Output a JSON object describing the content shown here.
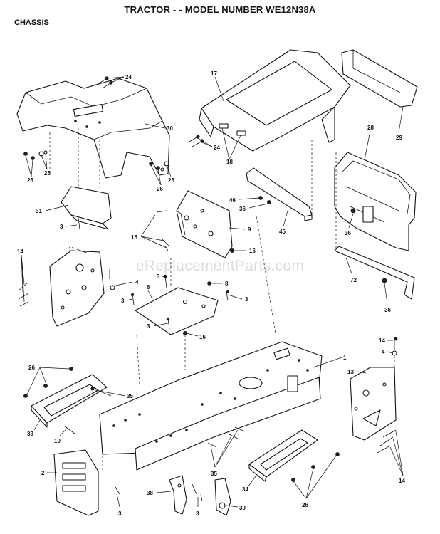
{
  "title": "TRACTOR - - MODEL NUMBER WE12N38A",
  "section": "CHASSIS",
  "watermark": "eReplacementParts.com",
  "callouts": [
    {
      "id": "c-24a",
      "label": "24"
    },
    {
      "id": "c-17",
      "label": "17"
    },
    {
      "id": "c-30",
      "label": "30"
    },
    {
      "id": "c-29",
      "label": "29"
    },
    {
      "id": "c-28",
      "label": "28"
    },
    {
      "id": "c-26a",
      "label": "26"
    },
    {
      "id": "c-25a",
      "label": "25"
    },
    {
      "id": "c-24b",
      "label": "24"
    },
    {
      "id": "c-18",
      "label": "18"
    },
    {
      "id": "c-26b",
      "label": "26"
    },
    {
      "id": "c-25b",
      "label": "25"
    },
    {
      "id": "c-46",
      "label": "46"
    },
    {
      "id": "c-36a",
      "label": "36"
    },
    {
      "id": "c-31",
      "label": "31"
    },
    {
      "id": "c-3a",
      "label": "3"
    },
    {
      "id": "c-9",
      "label": "9"
    },
    {
      "id": "c-45",
      "label": "45"
    },
    {
      "id": "c-36b",
      "label": "36"
    },
    {
      "id": "c-15",
      "label": "15"
    },
    {
      "id": "c-16a",
      "label": "16"
    },
    {
      "id": "c-14a",
      "label": "14"
    },
    {
      "id": "c-11",
      "label": "11"
    },
    {
      "id": "c-72",
      "label": "72"
    },
    {
      "id": "c-4a",
      "label": "4"
    },
    {
      "id": "c-3b",
      "label": "3"
    },
    {
      "id": "c-6",
      "label": "6"
    },
    {
      "id": "c-8",
      "label": "8"
    },
    {
      "id": "c-3c",
      "label": "3"
    },
    {
      "id": "c-3d",
      "label": "3"
    },
    {
      "id": "c-36c",
      "label": "36"
    },
    {
      "id": "c-3e",
      "label": "3"
    },
    {
      "id": "c-16b",
      "label": "16"
    },
    {
      "id": "c-14b",
      "label": "14"
    },
    {
      "id": "c-4b",
      "label": "4"
    },
    {
      "id": "c-1",
      "label": "1"
    },
    {
      "id": "c-26c",
      "label": "26"
    },
    {
      "id": "c-13",
      "label": "13"
    },
    {
      "id": "c-35a",
      "label": "35"
    },
    {
      "id": "c-33",
      "label": "33"
    },
    {
      "id": "c-10",
      "label": "10"
    },
    {
      "id": "c-2",
      "label": "2"
    },
    {
      "id": "c-35b",
      "label": "35"
    },
    {
      "id": "c-14c",
      "label": "14"
    },
    {
      "id": "c-34",
      "label": "34"
    },
    {
      "id": "c-26d",
      "label": "26"
    },
    {
      "id": "c-38",
      "label": "38"
    },
    {
      "id": "c-3f",
      "label": "3"
    },
    {
      "id": "c-39",
      "label": "39"
    },
    {
      "id": "c-3g",
      "label": "3"
    }
  ]
}
